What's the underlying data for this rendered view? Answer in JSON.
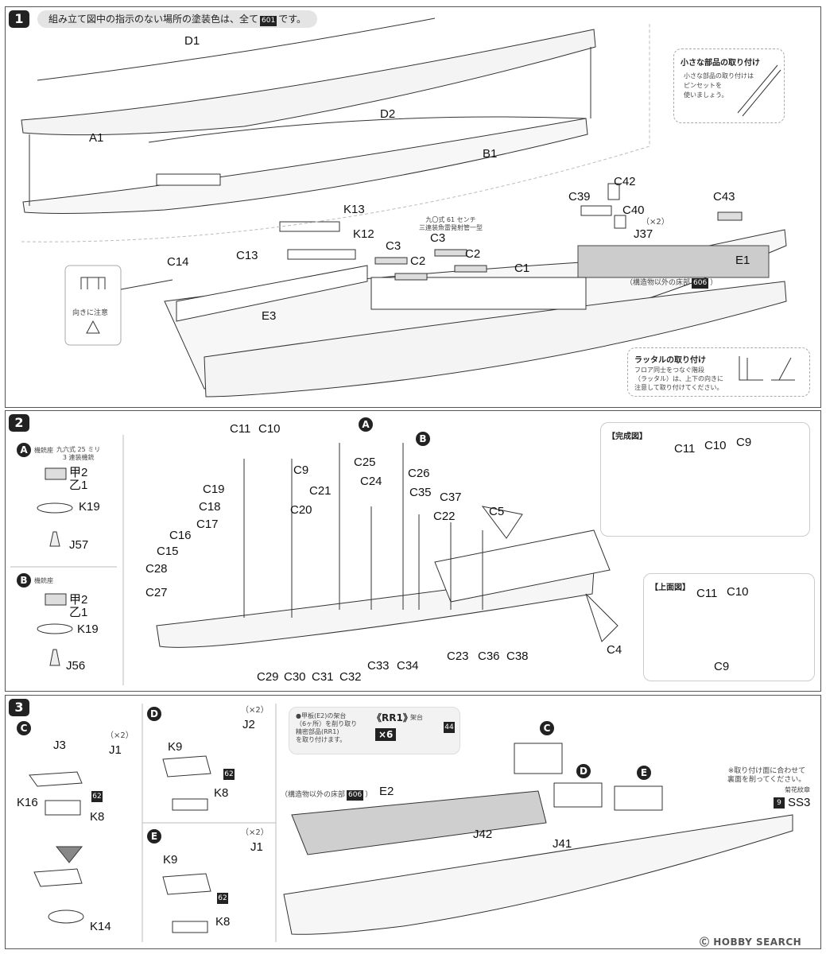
{
  "step1": {
    "number": "1",
    "note_text_before": "組み立て図中の指示のない場所の塗装色は、全て",
    "note_chip": "601",
    "note_text_after": "です。",
    "labels": {
      "D1": "D1",
      "A1": "A1",
      "D2": "D2",
      "B1": "B1",
      "K13": "K13",
      "K12": "K12",
      "C13": "C13",
      "C14": "C14",
      "E3": "E3",
      "C3a": "C3",
      "C3b": "C3",
      "C2a": "C2",
      "C2b": "C2",
      "C1": "C1",
      "C39": "C39",
      "C42": "C42",
      "C40": "C40",
      "C43": "C43",
      "J37": "J37",
      "J37x": "（×2）",
      "E1": "E1"
    },
    "torpedo_note": [
      "九〇式 61 センチ",
      "三連装魚雷発射管一型"
    ],
    "floor_note": "（構造物以外の床部",
    "floor_chip": "606",
    "floor_close": "）",
    "orient_caption": "向きに注意",
    "small_parts": {
      "title": "小さな部品の取り付け",
      "body": [
        "小さな部品の取り付けは",
        "ピンセットを",
        "使いましょう。"
      ]
    },
    "ladder": {
      "title": "ラッタルの取り付け",
      "body": [
        "フロア同士をつなぐ階段",
        "（ラッタル）は、上下の向きに",
        "注意して取り付けてください。"
      ]
    }
  },
  "step2": {
    "number": "2",
    "A_caption": "機銃座",
    "A_mg_note": [
      "九六式 25 ミリ",
      "3 連装機銃"
    ],
    "A_parts": {
      "k1": "甲2",
      "k2": "乙1",
      "base": "K19",
      "pin": "J57"
    },
    "B_caption": "機銃座",
    "B_parts": {
      "k1": "甲2",
      "k2": "乙1",
      "base": "K19",
      "pin": "J56"
    },
    "top_labels": [
      "C11",
      "C10",
      "C9",
      "C19",
      "C18",
      "C17",
      "C16",
      "C15",
      "C28",
      "C27",
      "C20",
      "C21",
      "C25",
      "C24",
      "C26",
      "C35",
      "C37",
      "C22",
      "C5"
    ],
    "bottom_labels": [
      "C29",
      "C30",
      "C31",
      "C32",
      "C33",
      "C34",
      "C23",
      "C36",
      "C38",
      "C4"
    ],
    "complete": {
      "title": "【完成図】",
      "labels": [
        "C11",
        "C10",
        "C9"
      ]
    },
    "topview": {
      "title": "【上面図】",
      "labels": [
        "C11",
        "C10",
        "C9"
      ]
    },
    "marker_A": "A",
    "marker_B": "B"
  },
  "step3": {
    "number": "3",
    "C": {
      "marker": "C",
      "labels": {
        "J3": "J3",
        "J1": "J1",
        "x2": "（×2）",
        "K16": "K16",
        "chip": "62",
        "K8": "K8",
        "K14": "K14"
      }
    },
    "D": {
      "marker": "D",
      "labels": {
        "J2": "J2",
        "x2": "（×2）",
        "K9": "K9",
        "chip": "62",
        "K8": "K8"
      }
    },
    "E": {
      "marker": "E",
      "labels": {
        "J1": "J1",
        "x2": "（×2）",
        "K9": "K9",
        "chip": "62",
        "K8": "K8"
      }
    },
    "rr1_note": [
      "●甲板(E2)の架台",
      "（6ヶ所）を削り取り",
      "精密部品(RR1)",
      "を取り付けます。"
    ],
    "rr1_title": "《RR1》",
    "rr1_sub": "架台",
    "rr1_count": "×6",
    "rr1_chip": "44",
    "floor_note": "（構造物以外の床部",
    "floor_chip": "606",
    "floor_close": "）",
    "labels": {
      "E2": "E2",
      "J42": "J42",
      "J41": "J41",
      "SS3": "SS3",
      "SS3chip": "9",
      "kiku": "菊花紋章"
    },
    "markers": [
      "C",
      "D",
      "E"
    ],
    "mount_note": [
      "※取り付け面に合わせて",
      "裏面を削ってください。"
    ]
  },
  "footer": {
    "brand": "HOBBY SEARCH",
    "mark": "Ⓒ"
  }
}
